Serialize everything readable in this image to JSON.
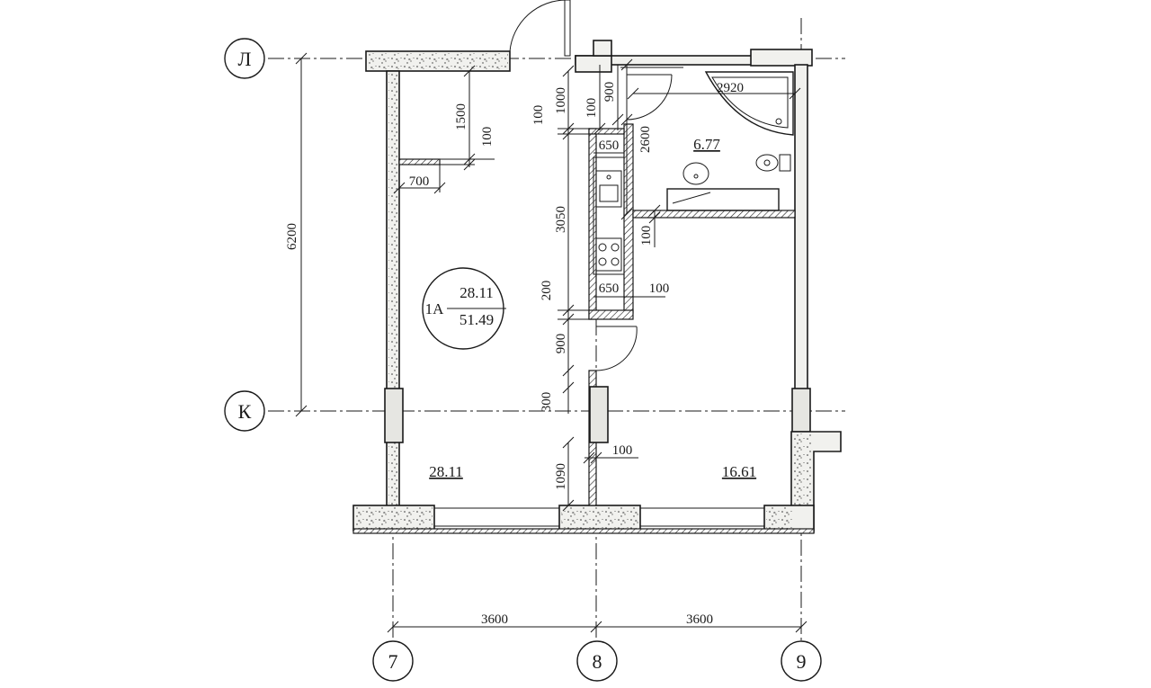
{
  "axes": {
    "rows": [
      "Л",
      "К"
    ],
    "columns": [
      "7",
      "8",
      "9"
    ]
  },
  "apartment": {
    "badge_left": "1А",
    "badge_living_area": "28.11",
    "badge_total_area": "51.49"
  },
  "rooms": {
    "living_room": "28.11",
    "kitchen_room": "16.61",
    "bathroom": "6.77"
  },
  "dimensions": {
    "overall_height": "6200",
    "bay_left": "3600",
    "bay_right": "3600",
    "d1500": "1500",
    "d100_a": "100",
    "d700": "700",
    "d100_b": "100",
    "d1000": "1000",
    "d100_c": "100",
    "d900_a": "900",
    "d2600": "2600",
    "d2920": "2920",
    "d650_a": "650",
    "d3050": "3050",
    "d100_d": "100",
    "d650_b": "650",
    "d100_e": "100",
    "d200": "200",
    "d900_b": "900",
    "d300": "300",
    "d1090": "1090",
    "d100_f": "100"
  },
  "colors": {
    "ink": "#1a1a1a",
    "wall_fill": "#f1f1ee"
  }
}
